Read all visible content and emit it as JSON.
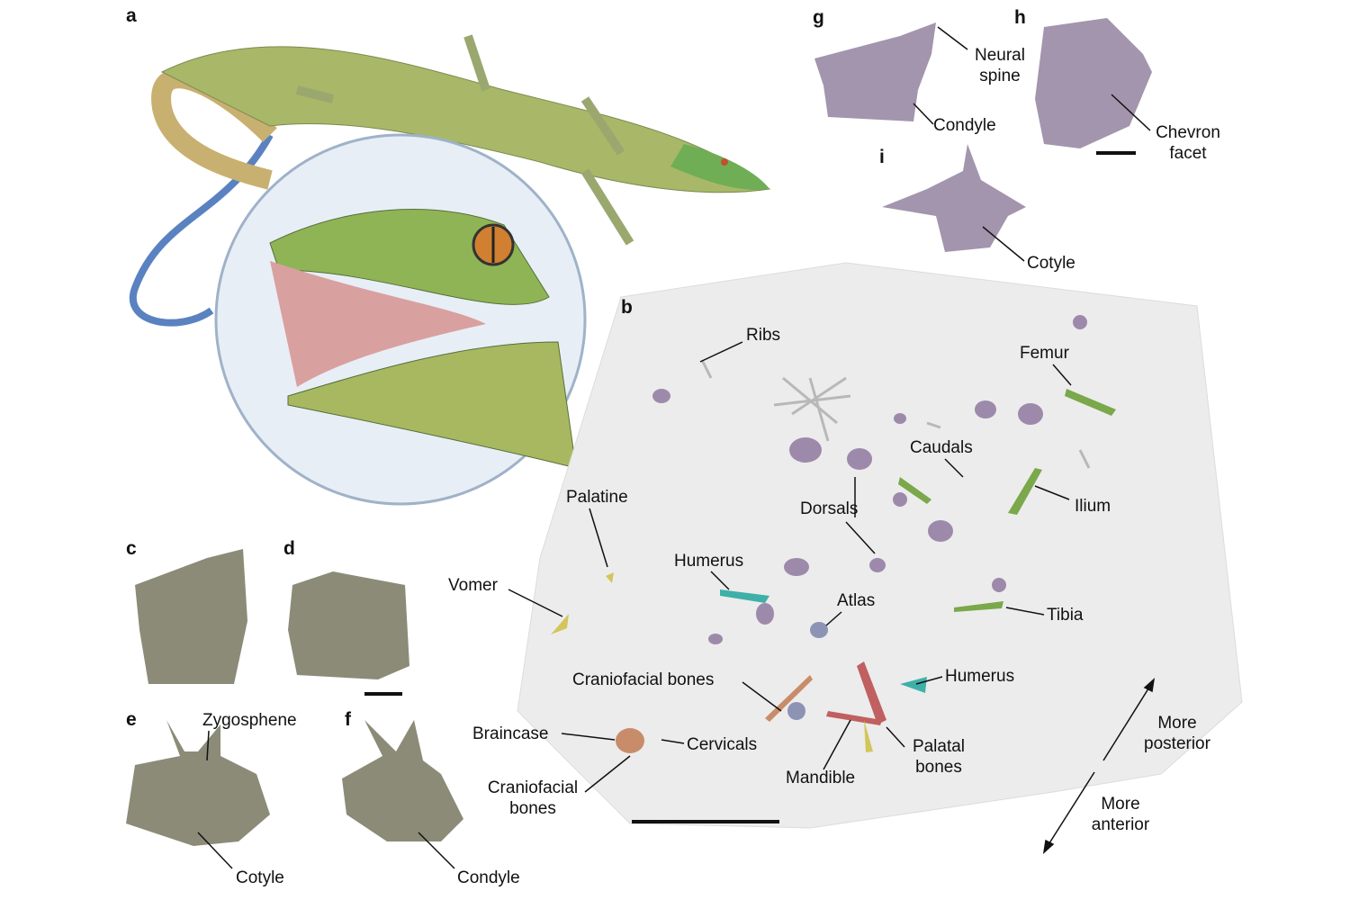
{
  "panels": {
    "a": "a",
    "b": "b",
    "c": "c",
    "d": "d",
    "e": "e",
    "f": "f",
    "g": "g",
    "h": "h",
    "i": "i"
  },
  "labels": {
    "neural_spine_1": "Neural",
    "neural_spine_2": "spine",
    "condyle_g": "Condyle",
    "chevron_1": "Chevron",
    "chevron_2": "facet",
    "cotyle_i": "Cotyle",
    "ribs": "Ribs",
    "femur": "Femur",
    "caudals": "Caudals",
    "ilium": "Ilium",
    "dorsals": "Dorsals",
    "palatine": "Palatine",
    "humerus_1": "Humerus",
    "vomer": "Vomer",
    "atlas": "Atlas",
    "tibia": "Tibia",
    "craniofacial_1": "Craniofacial bones",
    "humerus_2": "Humerus",
    "braincase": "Braincase",
    "cervicals": "Cervicals",
    "palatal_1": "Palatal",
    "palatal_2": "bones",
    "mandible": "Mandible",
    "craniofacial_2a": "Craniofacial",
    "craniofacial_2b": "bones",
    "posterior_1": "More",
    "posterior_2": "posterior",
    "anterior_1": "More",
    "anterior_2": "anterior",
    "zygosphene": "Zygosphene",
    "cotyle_e": "Cotyle",
    "condyle_f": "Condyle"
  },
  "colors": {
    "lizard": "#9fb86a",
    "head": "#7fa845",
    "tail": "#5a82c0",
    "inset": "#e8eef6",
    "slab": "#ececec",
    "vert_green": "#8b8b78",
    "vert_purple": "#a395ad",
    "bone_purple": "#9d8aab",
    "bone_green": "#7aa84a",
    "bone_teal": "#3fb0a8",
    "bone_orange": "#c98c6a",
    "bone_red": "#c06060",
    "bone_yellow": "#d2c65a"
  }
}
